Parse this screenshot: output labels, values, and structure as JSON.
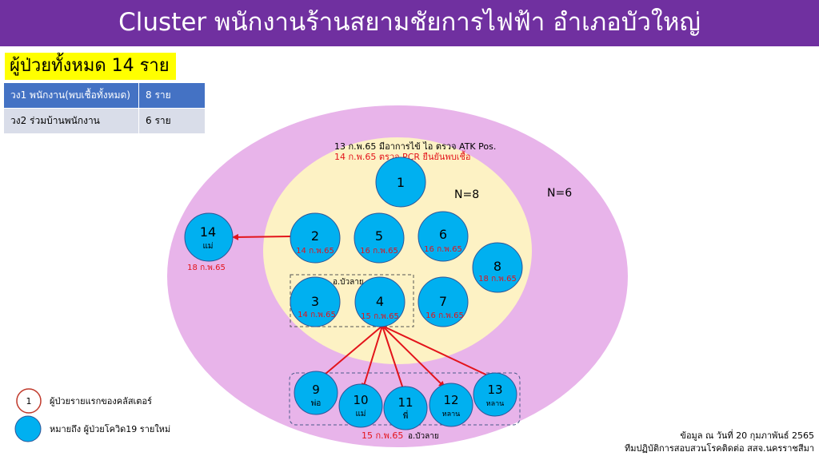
{
  "title": "Cluster พนักงานร้านสยามชัยการไฟฟ้า อำเภอบัวใหญ่",
  "total_label": "ผู้ป่วยทั้งหมด 14 ราย",
  "ring_table": [
    {
      "label": "วง1 พนักงาน(พบเชื้อทั้งหมด)",
      "count": "8 ราย"
    },
    {
      "label": "วง2 ร่วมบ้านพนักงาน",
      "count": "6 ราย"
    }
  ],
  "colors": {
    "header": "#7030a0",
    "outer_ring": "#e8b4ea",
    "inner_ring": "#fdf2c4",
    "node_fill": "#00b0f0",
    "node_stroke": "#2f5597",
    "date_red": "#e3141b",
    "arrow": "#e3141b",
    "table_blue": "#4472c4",
    "table_gray": "#d9dde9"
  },
  "diagram": {
    "index_note_line1": "13 ก.พ.65 มีอาการไข้ ไอ ตรวจ ATK Pos.",
    "index_note_line2": "14 ก.พ.65 ตรวจ PCR ยืนยันพบเชื้อ",
    "inner_count": "N=8",
    "outer_count": "N=6",
    "subgroup_label_1": "อ.บัวลาย",
    "subgroup_label_2": "อ.บัวลาย",
    "group_date": "15 ก.พ.65",
    "nodes": [
      {
        "id": "1",
        "date": "",
        "role": ""
      },
      {
        "id": "2",
        "date": "14 ก.พ.65",
        "role": ""
      },
      {
        "id": "5",
        "date": "16 ก.พ.65",
        "role": ""
      },
      {
        "id": "6",
        "date": "16 ก.พ.65",
        "role": ""
      },
      {
        "id": "8",
        "date": "18 ก.พ.65",
        "role": ""
      },
      {
        "id": "3",
        "date": "14 ก.พ.65",
        "role": ""
      },
      {
        "id": "4",
        "date": "15 ก.พ.65",
        "role": ""
      },
      {
        "id": "7",
        "date": "16 ก.พ.65",
        "role": ""
      },
      {
        "id": "14",
        "date": "18 ก.พ.65",
        "role": "แม่"
      },
      {
        "id": "9",
        "date": "",
        "role": "พ่อ"
      },
      {
        "id": "10",
        "date": "",
        "role": "แม่"
      },
      {
        "id": "11",
        "date": "",
        "role": "พี่"
      },
      {
        "id": "12",
        "date": "",
        "role": "หลาน"
      },
      {
        "id": "13",
        "date": "",
        "role": "หลาน"
      }
    ]
  },
  "legend": {
    "index_symbol": "1",
    "index_text": "ผู้ป่วยรายแรกของคลัสเตอร์",
    "new_case_text": "หมายถึง ผู้ป่วยโควิด19 รายใหม่"
  },
  "footer": {
    "line1": "ข้อมูล ณ วันที่ 20 กุมภาพันธ์ 2565",
    "line2": "ทีมปฏิบัติการสอบสวนโรคติดต่อ สสจ.นครราชสีมา"
  }
}
